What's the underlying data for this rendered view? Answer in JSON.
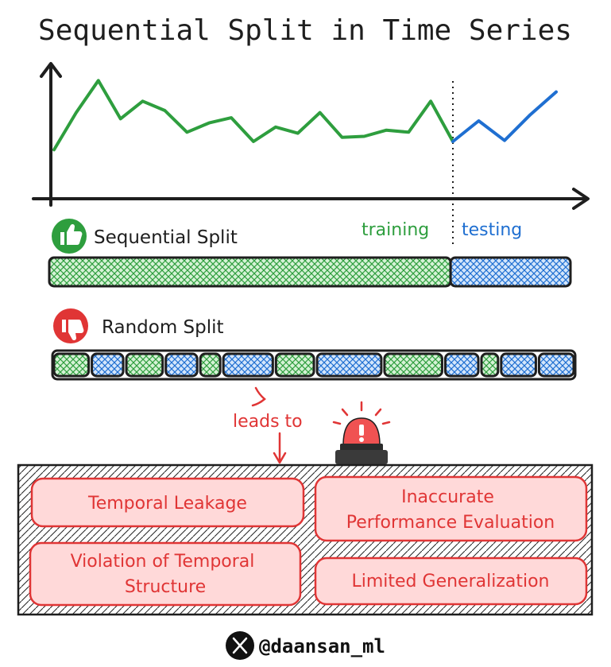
{
  "title": "Sequential Split in Time Series",
  "chart": {
    "train_series": [
      3.2,
      6.8,
      9.9,
      6.2,
      7.9,
      7.0,
      4.9,
      5.8,
      6.3,
      4.0,
      5.4,
      4.8,
      6.8,
      4.4,
      4.5,
      5.1,
      4.9,
      7.9,
      4.0
    ],
    "test_series": [
      4.0,
      6.0,
      4.1,
      6.6,
      8.8
    ],
    "split_label_train": "training",
    "split_label_test": "testing"
  },
  "sequential": {
    "label": "Sequential Split",
    "icon": "thumbs-up-icon",
    "segments": [
      {
        "kind": "train",
        "fraction": 0.77
      },
      {
        "kind": "test",
        "fraction": 0.23
      }
    ]
  },
  "random": {
    "label": "Random Split",
    "icon": "thumbs-down-icon",
    "segments": [
      "train",
      "test",
      "train",
      "test",
      "train",
      "test",
      "train",
      "test",
      "train",
      "test",
      "train",
      "test",
      "test"
    ]
  },
  "leads_to": "leads to",
  "consequences": [
    {
      "text": "Temporal Leakage"
    },
    {
      "text": "Inaccurate Performance Evaluation"
    },
    {
      "text": "Violation of Temporal Structure"
    },
    {
      "text": "Limited Generalization"
    }
  ],
  "footer": {
    "handle": "@daansan_ml",
    "icon": "x-logo-icon"
  },
  "colors": {
    "train": "#2e9e3e",
    "test": "#1f6fd1",
    "alert": "#e03535",
    "box_fill": "#ffd9d9",
    "ink": "#1e1e1e"
  }
}
